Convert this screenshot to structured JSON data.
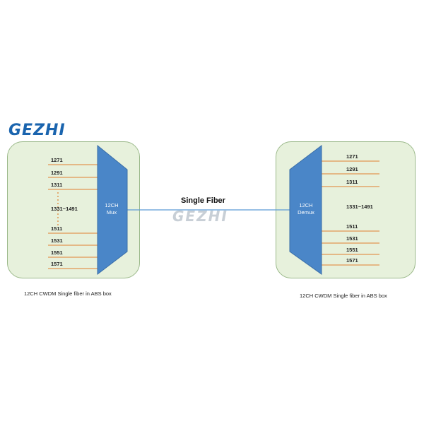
{
  "logo": {
    "text": "GEZHI",
    "color": "#1a64ae"
  },
  "colors": {
    "box_fill": "#e7f1dc",
    "box_border": "#9bb98a",
    "device_fill": "#4a86c8",
    "channel_line": "#e08030",
    "fiber_line": "#5b9bd5"
  },
  "fiber": {
    "label": "Single Fiber",
    "watermark": "GEZHI"
  },
  "left": {
    "device_line1": "12CH",
    "device_line2": "Mux",
    "channels_top": [
      "1271",
      "1291",
      "1311"
    ],
    "range_label": "1331~1491",
    "channels_bottom": [
      "1511",
      "1531",
      "1551",
      "1571"
    ],
    "caption": "12CH CWDM Single fiber in ABS box"
  },
  "right": {
    "device_line1": "12CH",
    "device_line2": "Demux",
    "channels_top": [
      "1271",
      "1291",
      "1311"
    ],
    "range_label": "1331~1491",
    "channels_bottom": [
      "1511",
      "1531",
      "1551",
      "1571"
    ],
    "caption": "12CH CWDM Single fiber in ABS box"
  }
}
